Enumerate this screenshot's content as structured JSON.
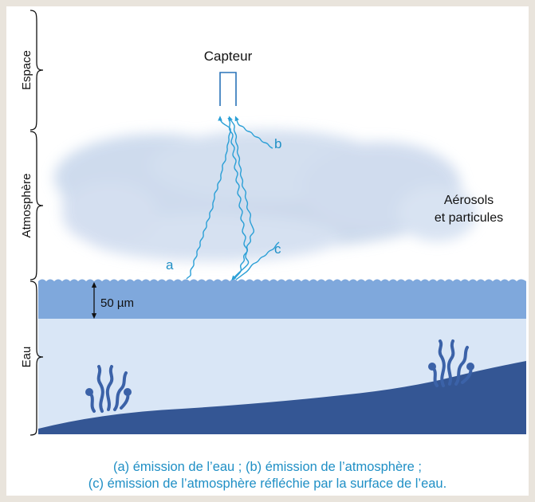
{
  "labels": {
    "sensor": "Capteur",
    "ray_a": "a",
    "ray_b": "b",
    "ray_c": "c",
    "aerosols_line1": "Aérosols",
    "aerosols_line2": "et particules",
    "thickness": "50 µm"
  },
  "layers": {
    "space": "Espace",
    "atmosphere": "Atmosphère",
    "water": "Eau"
  },
  "caption": {
    "line1": "(a) émission de l’eau ; (b) émission de l’atmosphère ;",
    "line2": "(c) émission de l’atmosphère réfléchie par la surface de l’eau."
  },
  "colors": {
    "ray": "#2a9fd6",
    "surface_layer": "#7fa8dc",
    "deep_water": "#d9e6f6",
    "seabed": "#345694",
    "seaweed": "#3b62a8",
    "label_blue": "#1f8fc5"
  }
}
